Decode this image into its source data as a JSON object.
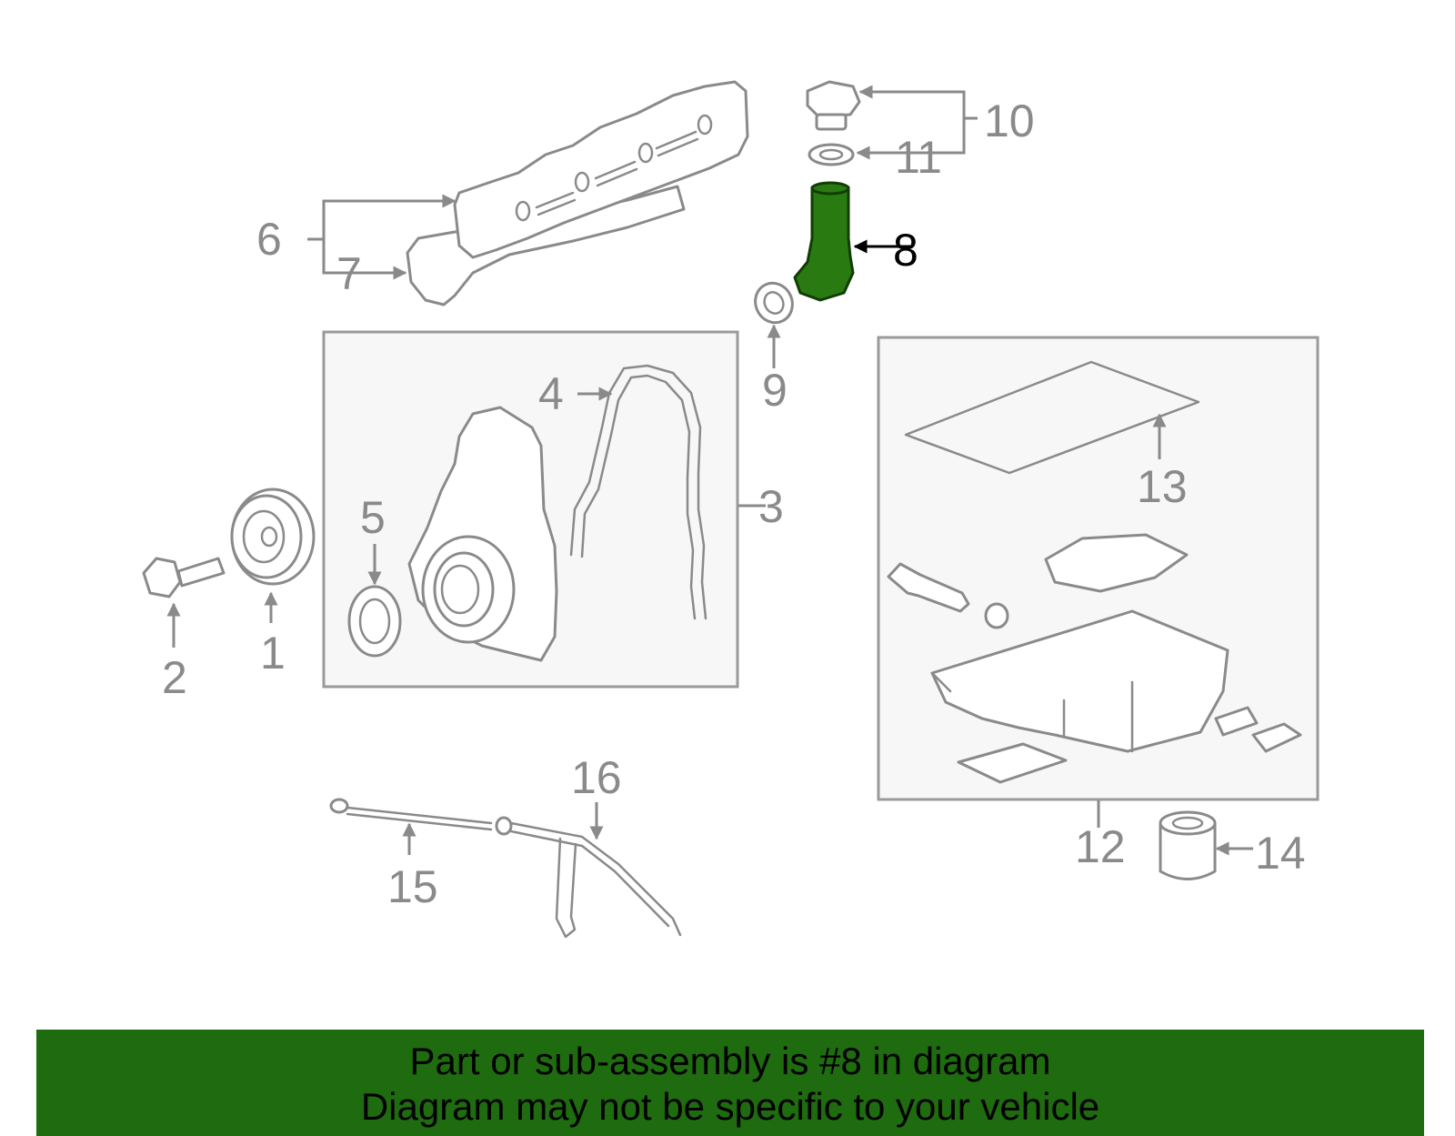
{
  "diagram": {
    "highlight_color": "#2a7a12",
    "callouts": [
      {
        "id": "c1",
        "label": "1"
      },
      {
        "id": "c2",
        "label": "2"
      },
      {
        "id": "c3",
        "label": "3"
      },
      {
        "id": "c4",
        "label": "4"
      },
      {
        "id": "c5",
        "label": "5"
      },
      {
        "id": "c6",
        "label": "6"
      },
      {
        "id": "c7",
        "label": "7"
      },
      {
        "id": "c8",
        "label": "8",
        "highlighted": true
      },
      {
        "id": "c9",
        "label": "9"
      },
      {
        "id": "c10",
        "label": "10"
      },
      {
        "id": "c11",
        "label": "11"
      },
      {
        "id": "c12",
        "label": "12"
      },
      {
        "id": "c13",
        "label": "13"
      },
      {
        "id": "c14",
        "label": "14"
      },
      {
        "id": "c15",
        "label": "15"
      },
      {
        "id": "c16",
        "label": "16"
      }
    ]
  },
  "banner": {
    "background": "#1f6b0f",
    "line1": "Part or sub-assembly is #8 in diagram",
    "line2": "Diagram may not be specific to your vehicle"
  }
}
